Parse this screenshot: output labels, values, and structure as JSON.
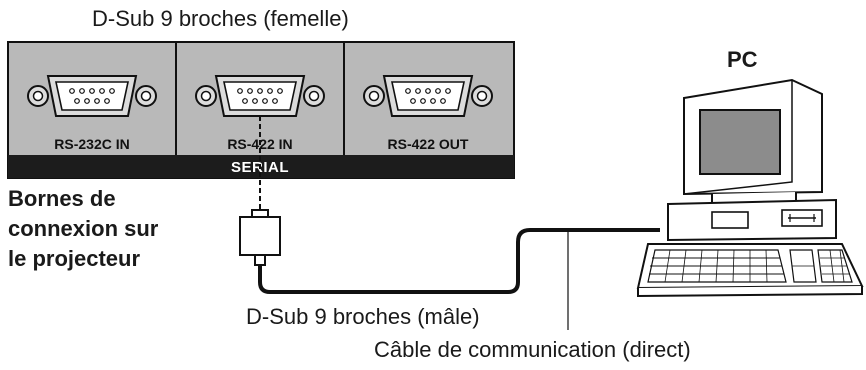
{
  "labels": {
    "female_connector": "D-Sub 9 broches (femelle)",
    "pc": "PC",
    "terminals_line1": "Bornes de",
    "terminals_line2": "connexion sur",
    "terminals_line3": "le projecteur",
    "male_connector": "D-Sub 9 broches (mâle)",
    "cable": "Câble de communication (direct)"
  },
  "panel": {
    "ports": [
      "RS-232C IN",
      "RS-422 IN",
      "RS-422 OUT"
    ],
    "group_label": "SERIAL"
  },
  "colors": {
    "panel_bg": "#b9b9b9",
    "panel_bar": "#1c1c1c",
    "line": "#111111",
    "pc_screen": "#8c8c8c"
  },
  "icons": [
    "db9-connector-icon",
    "computer-icon",
    "keyboard-icon",
    "plug-icon"
  ]
}
